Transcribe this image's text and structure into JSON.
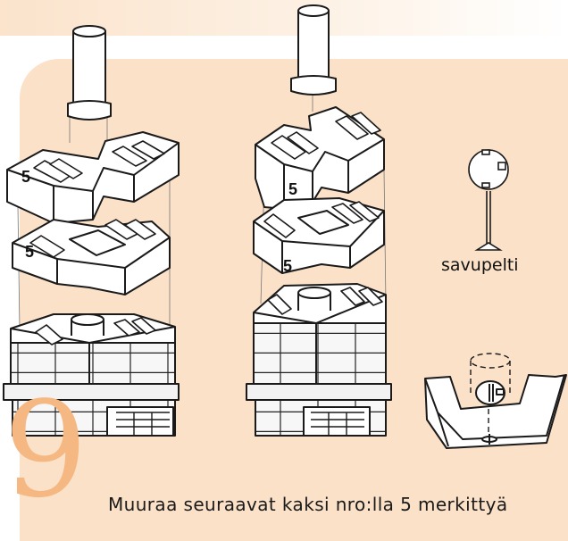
{
  "page": {
    "step_number": "9",
    "damper_label": "savupelti",
    "block_marks": [
      "5",
      "5",
      "5",
      "5"
    ],
    "instruction_text": "Muuraa seuraavat kaksi nro:lla 5 merkittyä"
  },
  "colors": {
    "accent_panel": "#fbe1c8",
    "step_number": "#f6b882",
    "line_art": "#1a1a1a"
  },
  "illustrations": [
    "left-stove-exploded-view",
    "right-stove-exploded-view",
    "damper-plate-icon",
    "damper-install-detail"
  ]
}
